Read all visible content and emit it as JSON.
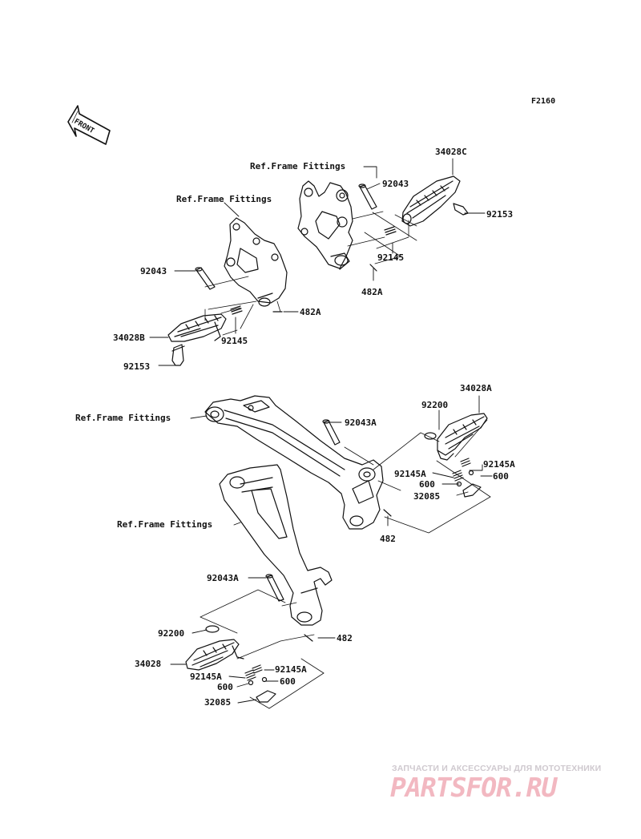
{
  "diagram": {
    "code": "F2160",
    "front_badge": "FRONT",
    "ref_frame_fittings": "Ref.Frame Fittings",
    "parts": {
      "p34028C": "34028C",
      "p92043_top": "92043",
      "p92153_right": "92153",
      "p92145_top": "92145",
      "p482A_top": "482A",
      "p92043_left": "92043",
      "p482A_left": "482A",
      "p34028B": "34028B",
      "p92145_left": "92145",
      "p92153_left": "92153",
      "p34028A": "34028A",
      "p92200_right": "92200",
      "p92043A_right": "92043A",
      "p92145A_r1": "92145A",
      "p92145A_r2": "92145A",
      "p600_r1": "600",
      "p600_r2": "600",
      "p32085_right": "32085",
      "p482_right": "482",
      "p92043A_lower": "92043A",
      "p482_lower": "482",
      "p92200_lower": "92200",
      "p34028": "34028",
      "p92145A_l1": "92145A",
      "p92145A_l2": "92145A",
      "p600_l1": "600",
      "p600_l2": "600",
      "p32085_lower": "32085"
    }
  },
  "watermark": {
    "tagline": "ЗАПЧАСТИ И АКСЕССУАРЫ ДЛЯ МОТОТЕХНИКИ",
    "brand": "PARTSFOR.RU"
  }
}
